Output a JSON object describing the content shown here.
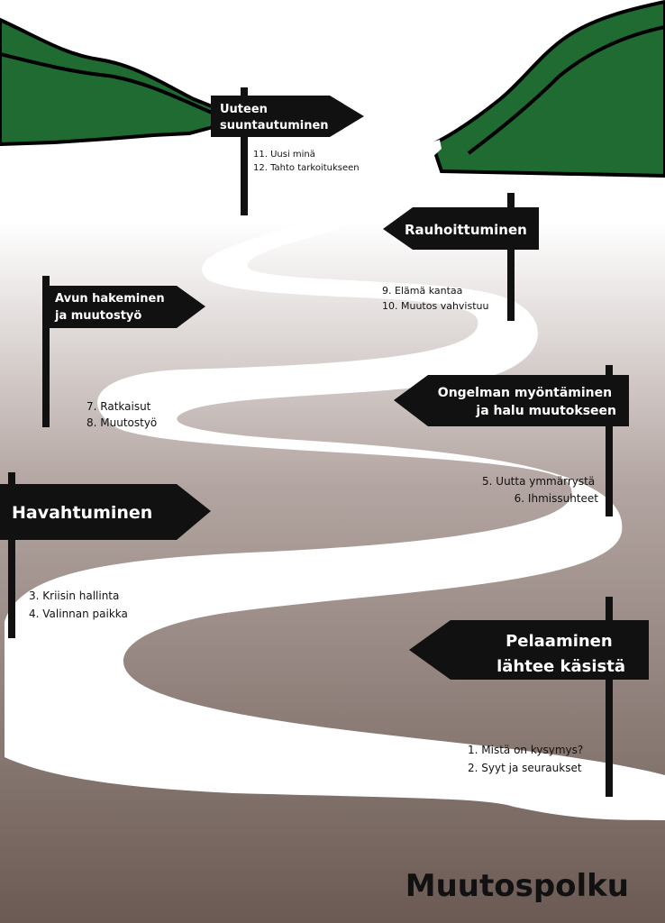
{
  "title": "Muutospolku",
  "colors": {
    "ground_top": "#ffffff",
    "ground_mid": "#b3a5a1",
    "ground_bottom": "#6b5a53",
    "path": "#ffffff",
    "hill": "#1f6b32",
    "sign": "#111111",
    "sign_text": "#ffffff",
    "step_text": "#111111"
  },
  "signs": [
    {
      "id": "uuteen",
      "lines": [
        "Uuteen",
        "suuntautuminen"
      ],
      "steps": [
        "11. Uusi minä",
        "12. Tahto tarkoitukseen"
      ]
    },
    {
      "id": "rauhoittuminen",
      "lines": [
        "Rauhoittuminen"
      ],
      "steps": [
        "9. Elämä kantaa",
        "10. Muutos vahvistuu"
      ]
    },
    {
      "id": "avun-hakeminen",
      "lines": [
        "Avun hakeminen",
        "ja muutostyö"
      ],
      "steps": [
        "7. Ratkaisut",
        "8. Muutostyö"
      ]
    },
    {
      "id": "ongelman-myontaminen",
      "lines": [
        "Ongelman myöntäminen",
        "ja halu muutokseen"
      ],
      "steps": [
        "5. Uutta ymmärrystä",
        "6. Ihmissuhteet"
      ]
    },
    {
      "id": "havahtuminen",
      "lines": [
        "Havahtuminen"
      ],
      "steps": [
        "3. Kriisin hallinta",
        "4. Valinnan paikka"
      ]
    },
    {
      "id": "pelaaminen",
      "lines": [
        "Pelaaminen",
        "lähtee käsistä"
      ],
      "steps": [
        "1. Mistä on kysymys?",
        "2. Syyt ja seuraukset"
      ]
    }
  ]
}
